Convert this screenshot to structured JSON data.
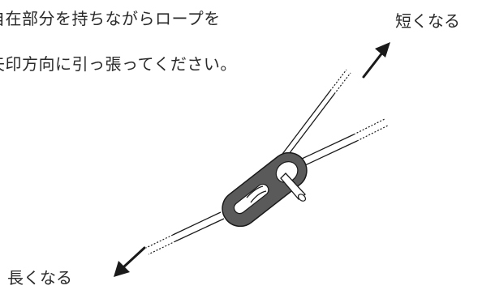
{
  "instructions": {
    "line1": "自在部分を持ちながらロープを",
    "line2": "矢印方向に引っ張ってください。"
  },
  "labels": {
    "shorter": "短くなる",
    "longer": "長くなる"
  },
  "colors": {
    "text": "#2a2a2a",
    "stroke": "#1a1a1a",
    "tensioner_fill": "#5a5a5a",
    "rope_fill": "#ffffff"
  }
}
